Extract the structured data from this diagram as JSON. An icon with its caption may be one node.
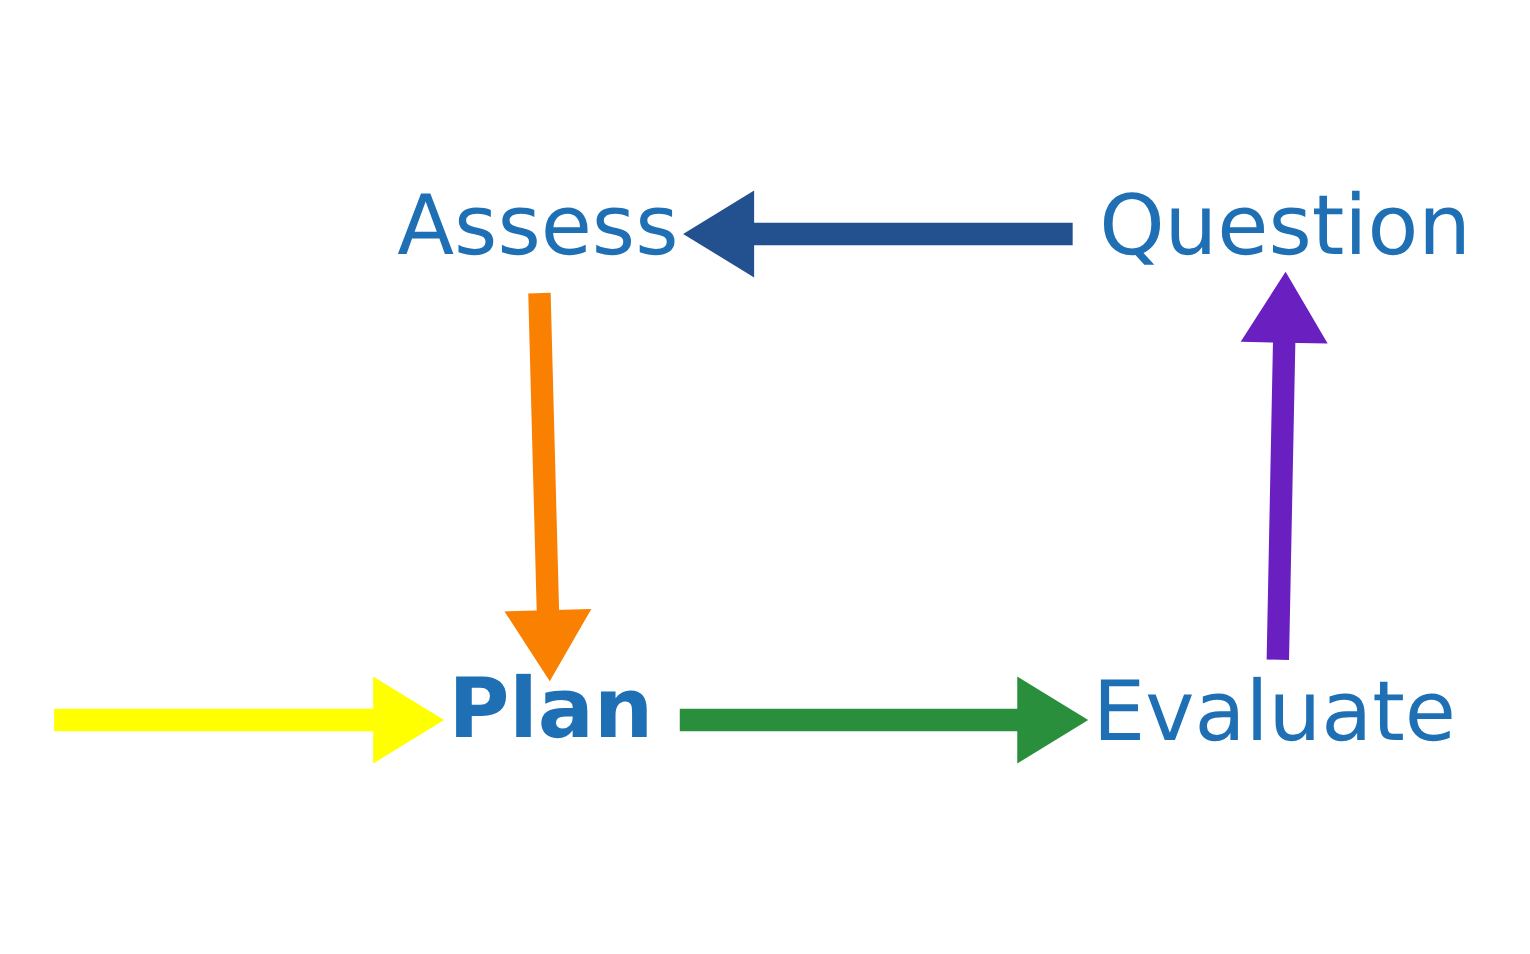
{
  "diagram": {
    "nodes": [
      {
        "text": [
          "Assess"
        ]
      },
      {
        "text": [
          "Question"
        ]
      },
      {
        "text": [
          "Plan"
        ]
      },
      {
        "text": [
          "Evaluate"
        ]
      }
    ],
    "edges": [
      {
        "from": 2,
        "to": 3,
        "arrow": "to",
        "color": "#2a8f3c"
      },
      {
        "from": 3,
        "to": 1,
        "arrow": "to",
        "color": "#6a1fc0"
      },
      {
        "from": 1,
        "to": 0,
        "arrow": "to",
        "color": "#23508f"
      },
      {
        "from": 0,
        "to": 2,
        "arrow": "to",
        "color": "#f98000"
      },
      {
        "from": null,
        "to": 2,
        "arrow": "to",
        "color": "#ffff00"
      }
    ]
  }
}
